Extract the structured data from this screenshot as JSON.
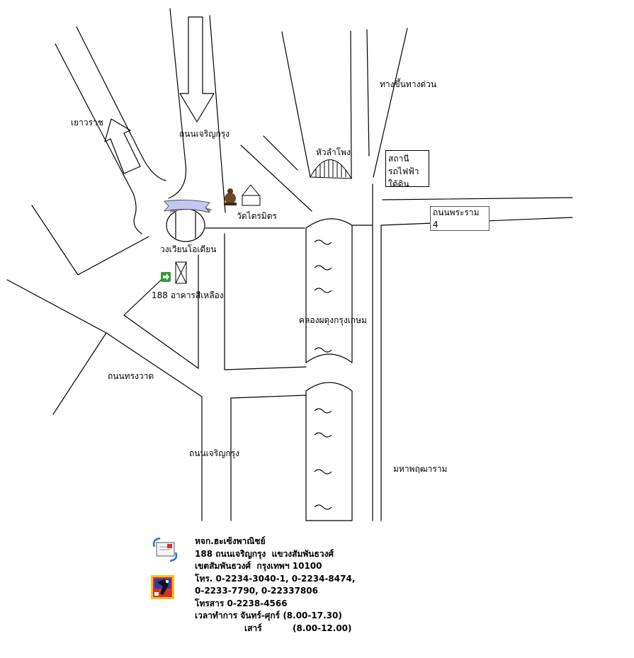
{
  "labels": {
    "yaowarat": "เยาวราช",
    "charoenkrung_top": "ถนนเจริญกรุง",
    "expressway": "ทางขึ้นทางด่วน",
    "hualamphong": "หัวลำโพง",
    "wat_traimit": "วัดไตรมิตร",
    "rama4": "ถนนพระราม 4",
    "odeon_circle": "วงเวียนโอเดียน",
    "yellow_building": "188 อาคารสีเหลือง",
    "klong": "คลองผดุงกรุงเกษม",
    "songwat": "ถนนทรงวาด",
    "charoenkrung_bottom": "ถนนเจริญกรุง",
    "mahaphruettharam": "มหาพฤฒาราม"
  },
  "subway": {
    "line1": "สถานี",
    "line2": "รถไฟฟ้า",
    "line3": "ใต้ดิน"
  },
  "info": {
    "name": "หจก.ฮะเซ้งพาณิชย์",
    "address1": "188 ถนนเจริญกรุง  แขวงสัมพันธวงศ์",
    "address2": "เขตสัมพันธวงศ์  กรุงเทพฯ 10100",
    "phone1": "โทร. 0-2234-3040-1, 0-2234-8474,",
    "phone2": "0-2233-7790, 0-22337806",
    "fax": "โทรสาร 0-2238-4566",
    "hours_label": "เวลาทำการ",
    "weekday": "จันทร์-ศุกร์",
    "weekday_time": "(8.00-17.30)",
    "saturday": "เสาร์",
    "saturday_time": "(8.00-12.00)"
  },
  "icons": {
    "mail": "mail-icon",
    "logo": "company-logo-icon",
    "arrow": "green-arrow-icon",
    "buddha": "buddha-statue-icon",
    "temple": "temple-icon"
  },
  "colors": {
    "line": "#000000",
    "ribbon": "#c6c6f2",
    "ribbon_shadow": "#8a8a8a",
    "arrow_green": "#2e9a3a",
    "logo_red": "#d83030",
    "logo_blue": "#2b3fa8",
    "logo_yellow": "#f2c21a"
  }
}
